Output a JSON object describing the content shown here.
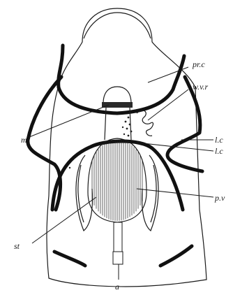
{
  "labels": {
    "pr_c": "pr.c",
    "w_v_r": "w.v.r",
    "m": "m",
    "l_c_upper": "l.c",
    "l_c_lower": "l.c",
    "p_v": "p.v",
    "st": "st",
    "a": "a"
  }
}
